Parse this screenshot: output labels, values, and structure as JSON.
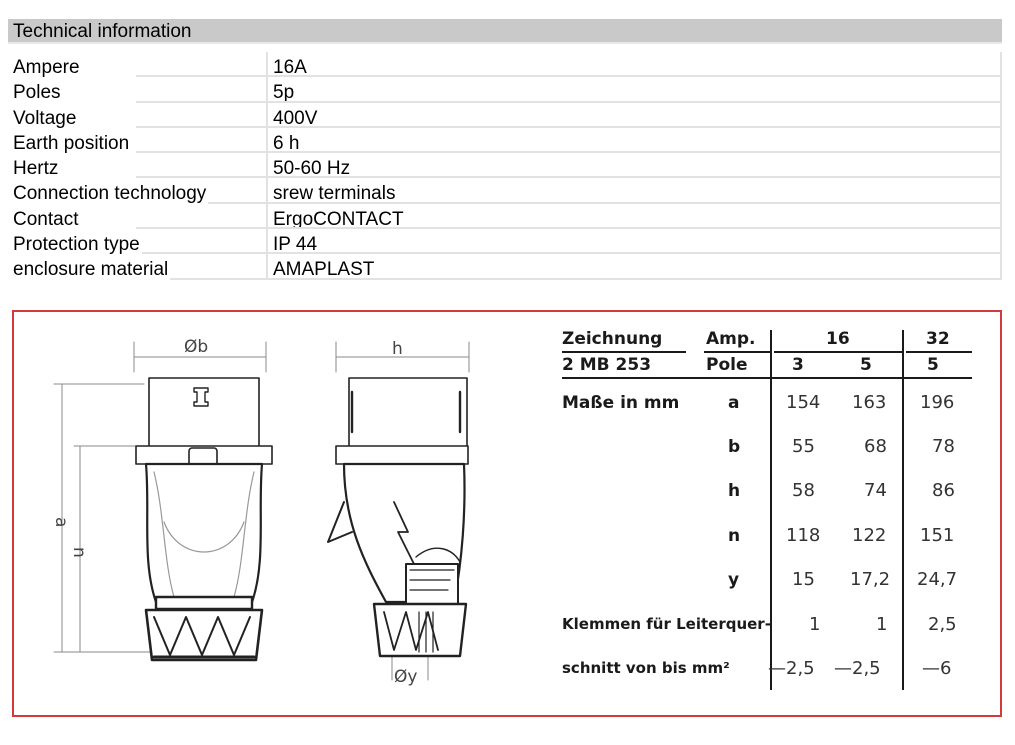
{
  "tech": {
    "title": "Technical information",
    "rows": [
      {
        "label": "Ampere",
        "value": "16A"
      },
      {
        "label": "Poles",
        "value": "5p"
      },
      {
        "label": "Voltage",
        "value": "400V"
      },
      {
        "label": "Earth position",
        "value": "6 h"
      },
      {
        "label": "Hertz",
        "value": "50-60 Hz"
      },
      {
        "label": "Connection technology",
        "value": "srew terminals"
      },
      {
        "label": "Contact",
        "value": "ErgoCONTACT"
      },
      {
        "label": "Protection type",
        "value": "IP 44"
      },
      {
        "label": "enclosure material",
        "value": "AMAPLAST"
      }
    ]
  },
  "drawing": {
    "dim_b": "Øb",
    "dim_h": "h",
    "dim_a": "a",
    "dim_n": "n",
    "dim_y": "Øy"
  },
  "dims": {
    "zeichnung_label": "Zeichnung",
    "part_number": "2 MB 253",
    "amp_label": "Amp.",
    "pole_label": "Pole",
    "amp_16": "16",
    "amp_32": "32",
    "poles": [
      "3",
      "5",
      "5"
    ],
    "masse_label": "Maße in mm",
    "rows": [
      {
        "key": "a",
        "values": [
          "154",
          "163",
          "196"
        ]
      },
      {
        "key": "b",
        "values": [
          "55",
          "68",
          "78"
        ]
      },
      {
        "key": "h",
        "values": [
          "58",
          "74",
          "86"
        ]
      },
      {
        "key": "n",
        "values": [
          "118",
          "122",
          "151"
        ]
      },
      {
        "key": "y",
        "values": [
          "15",
          "17,2",
          "24,7"
        ]
      }
    ],
    "klemmen_label": "Klemmen für Leiterquer-",
    "klemmen_values": [
      "1",
      "1",
      "2,5"
    ],
    "schnitt_label": "schnitt von bis mm²",
    "schnitt_values": [
      "—2,5",
      "—2,5",
      "—6"
    ]
  }
}
